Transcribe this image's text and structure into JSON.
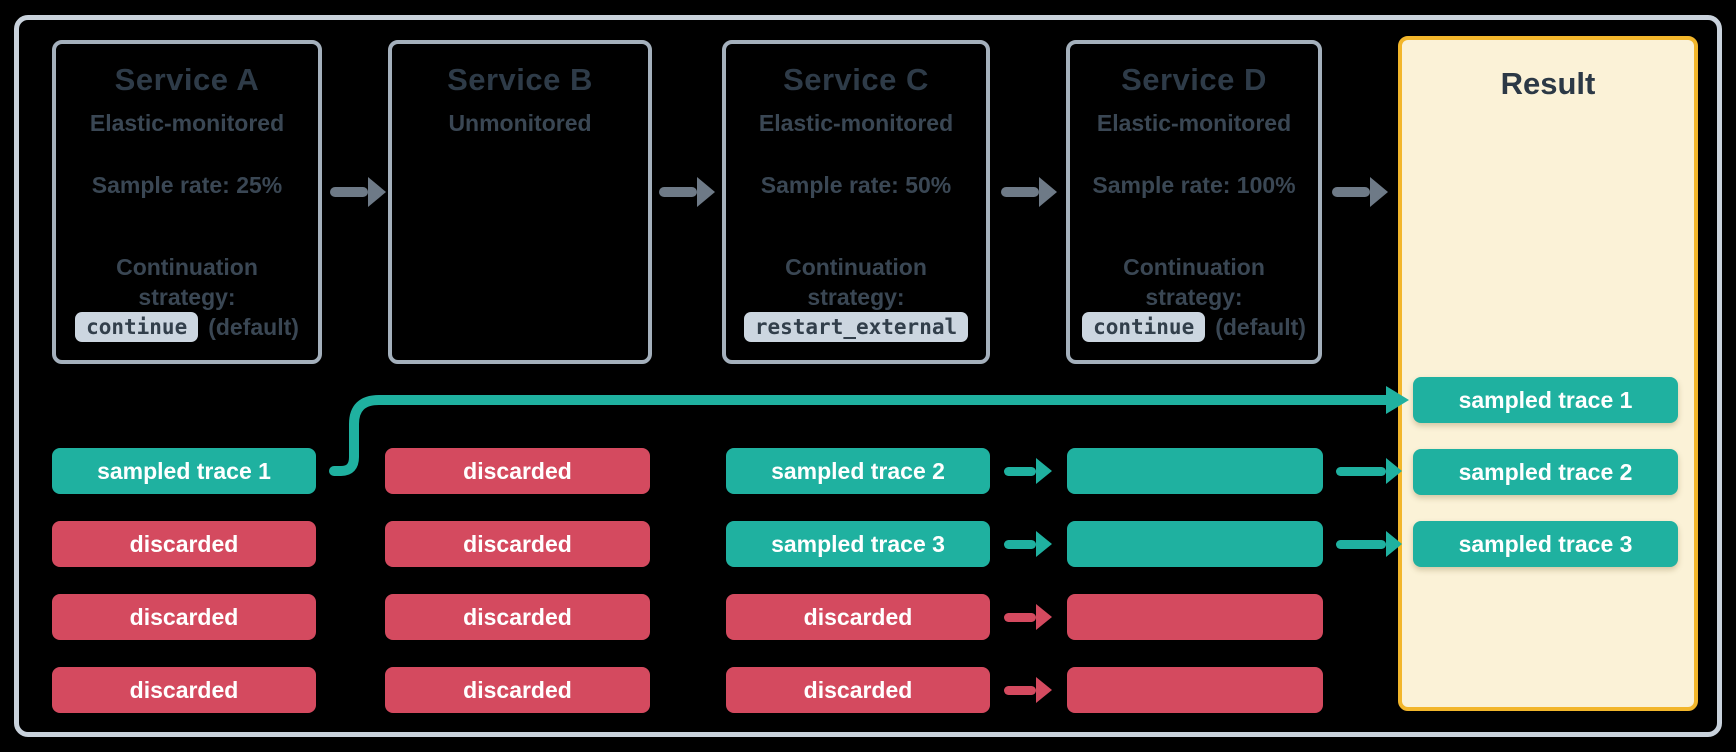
{
  "colors": {
    "background": "#000000",
    "frame_border": "#c9d2dc",
    "service_box_border": "#a4b0bc",
    "title_text": "#2e3b48",
    "body_text": "#3a4754",
    "sampled_teal": "#1fb1a0",
    "discarded_red": "#d44a5f",
    "pill_text": "#ffffff",
    "chip_background": "#ccd6e0",
    "chip_text": "#323f4b",
    "result_fill": "#fbf2d7",
    "result_border": "#f2b62b",
    "flow_arrow_gray": "#6e7a87"
  },
  "services": [
    {
      "title": "Service A",
      "subtitle": "Elastic-monitored",
      "sample_rate": "Sample rate: 25%",
      "continuation_line1": "Continuation",
      "continuation_line2": "strategy:",
      "chip": "continue",
      "chip_suffix": "(default)"
    },
    {
      "title": "Service B",
      "subtitle": "Unmonitored"
    },
    {
      "title": "Service C",
      "subtitle": "Elastic-monitored",
      "sample_rate": "Sample rate: 50%",
      "continuation_line1": "Continuation",
      "continuation_line2": "strategy:",
      "chip": "restart_external"
    },
    {
      "title": "Service D",
      "subtitle": "Elastic-monitored",
      "sample_rate": "Sample rate: 100%",
      "continuation_line1": "Continuation",
      "continuation_line2": "strategy:",
      "chip": "continue",
      "chip_suffix": "(default)"
    }
  ],
  "columns": [
    {
      "service": "Service A",
      "pills": [
        {
          "label": "sampled trace 1",
          "type": "sampled"
        },
        {
          "label": "discarded",
          "type": "discarded"
        },
        {
          "label": "discarded",
          "type": "discarded"
        },
        {
          "label": "discarded",
          "type": "discarded"
        }
      ]
    },
    {
      "service": "Service B",
      "pills": [
        {
          "label": "discarded",
          "type": "discarded"
        },
        {
          "label": "discarded",
          "type": "discarded"
        },
        {
          "label": "discarded",
          "type": "discarded"
        },
        {
          "label": "discarded",
          "type": "discarded"
        }
      ]
    },
    {
      "service": "Service C",
      "pills": [
        {
          "label": "sampled trace 2",
          "type": "sampled"
        },
        {
          "label": "sampled trace 3",
          "type": "sampled"
        },
        {
          "label": "discarded",
          "type": "discarded"
        },
        {
          "label": "discarded",
          "type": "discarded"
        }
      ]
    },
    {
      "service": "Service D",
      "pills": [
        {
          "label": "",
          "type": "sampled"
        },
        {
          "label": "",
          "type": "sampled"
        },
        {
          "label": "",
          "type": "discarded"
        },
        {
          "label": "",
          "type": "discarded"
        }
      ]
    }
  ],
  "result": {
    "title": "Result",
    "pills": [
      {
        "label": "sampled trace 1",
        "type": "sampled"
      },
      {
        "label": "sampled trace 2",
        "type": "sampled"
      },
      {
        "label": "sampled trace 3",
        "type": "sampled"
      }
    ]
  }
}
